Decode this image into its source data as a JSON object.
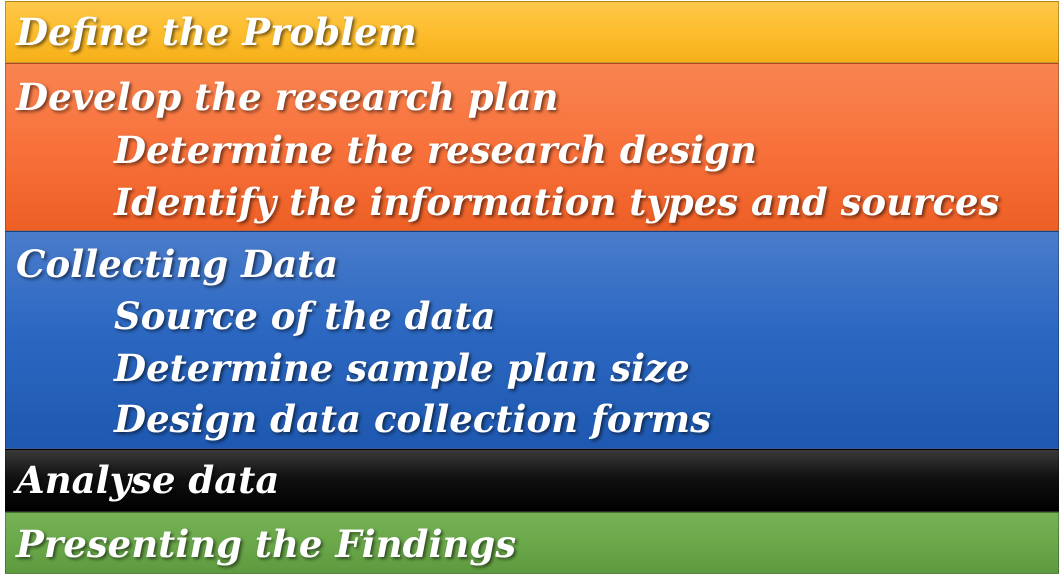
{
  "steps": [
    {
      "heading": "Define the Problem",
      "color": "#fdbd2e",
      "items": []
    },
    {
      "heading": "Develop the research plan",
      "color": "#f8713b",
      "items": [
        "Determine the research design",
        "Identify the information types and sources"
      ]
    },
    {
      "heading": "Collecting Data",
      "color": "#2c68c2",
      "items": [
        "Source of the data",
        "Determine sample plan size",
        "Design data collection forms"
      ]
    },
    {
      "heading": "Analyse data",
      "color": "#000000",
      "items": []
    },
    {
      "heading": "Presenting the Findings",
      "color": "#6aa84a",
      "items": []
    }
  ]
}
